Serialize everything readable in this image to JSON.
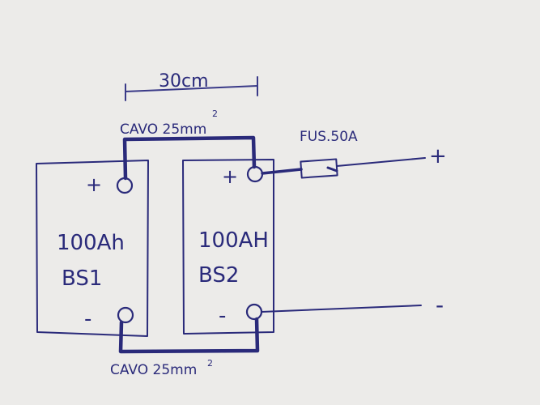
{
  "distance_label": "30cm",
  "cable_top_label": "CAVO 25mm",
  "cable_top_superscript": "2",
  "cable_bottom_label": "CAVO 25mm",
  "cable_bottom_superscript": "2",
  "fuse_label": "FUS.50A",
  "battery1": {
    "capacity": "100Ah",
    "name": "BS1",
    "plus": "+",
    "minus": "-"
  },
  "battery2": {
    "capacity": "100AH",
    "name": "BS2",
    "plus": "+",
    "minus": "-"
  },
  "output_plus": "+",
  "output_minus": "-",
  "colors": {
    "paper": "#ecebe9",
    "ink": "#2a2a7a"
  }
}
